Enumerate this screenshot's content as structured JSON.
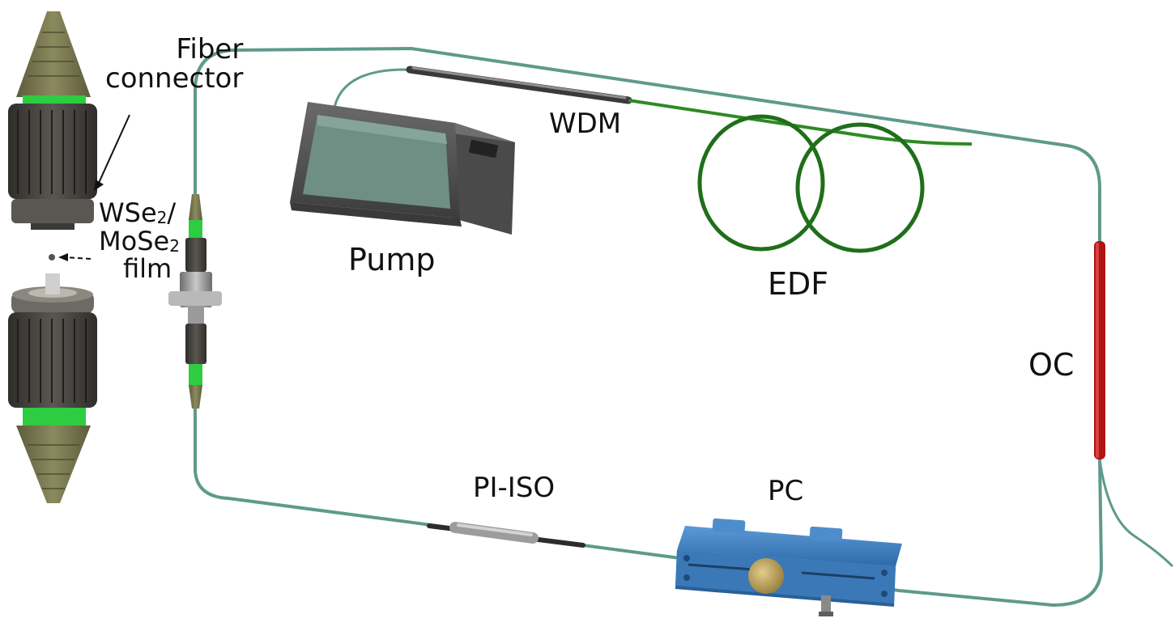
{
  "labels": {
    "fiber_connector": [
      "Fiber",
      "connector"
    ],
    "film": {
      "line1_main": "WSe",
      "line1_sub": "2",
      "line1_tail": "/",
      "line2_main": "MoSe",
      "line2_sub": "2",
      "line3": "film"
    },
    "pump": "Pump",
    "wdm": "WDM",
    "edf": "EDF",
    "oc": "OC",
    "pi_iso": "PI-ISO",
    "pc": "PC"
  },
  "colors": {
    "fiber": "#5e9a8c",
    "edf_coil": "#1f6f1a",
    "edf_fiber": "#2f8a24",
    "oc": "#b01414",
    "pc_body": "#3a78b8",
    "pump_screen": "#6f8f84",
    "pump_case": "#5a5a5a",
    "connector_body": "#4a4844",
    "connector_boot": "#7b7a52",
    "connector_sleeve": "#2ecc40"
  }
}
